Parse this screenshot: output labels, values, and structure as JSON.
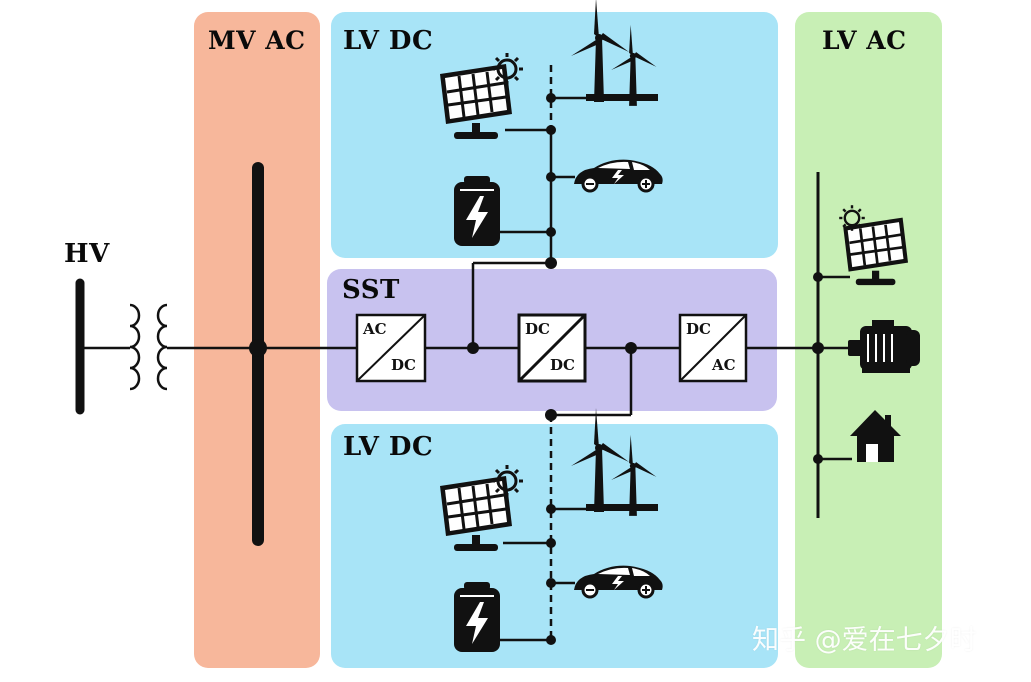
{
  "zones": {
    "mv_ac": "MV AC",
    "lv_dc_top": "LV DC",
    "lv_dc_bottom": "LV DC",
    "sst": "SST",
    "lv_ac": "LV AC",
    "hv": "HV"
  },
  "converters": {
    "ac_dc": {
      "top": "AC",
      "bottom": "DC"
    },
    "dc_dc": {
      "top": "DC",
      "bottom": "DC"
    },
    "dc_ac": {
      "top": "DC",
      "bottom": "AC"
    }
  },
  "icons": {
    "lv_dc_top": [
      "solar-panel-icon",
      "wind-turbine-icon",
      "electric-car-icon",
      "battery-icon"
    ],
    "lv_dc_bottom": [
      "solar-panel-icon",
      "wind-turbine-icon",
      "electric-car-icon",
      "battery-icon"
    ],
    "lv_ac": [
      "solar-panel-icon",
      "motor-icon",
      "house-icon"
    ]
  },
  "colors": {
    "mv_ac": "#f7b79b",
    "lv_dc": "#a8e4f7",
    "sst": "#c8c2ef",
    "lv_ac": "#c8efb5"
  },
  "watermark": "知乎 @爱在七夕时"
}
